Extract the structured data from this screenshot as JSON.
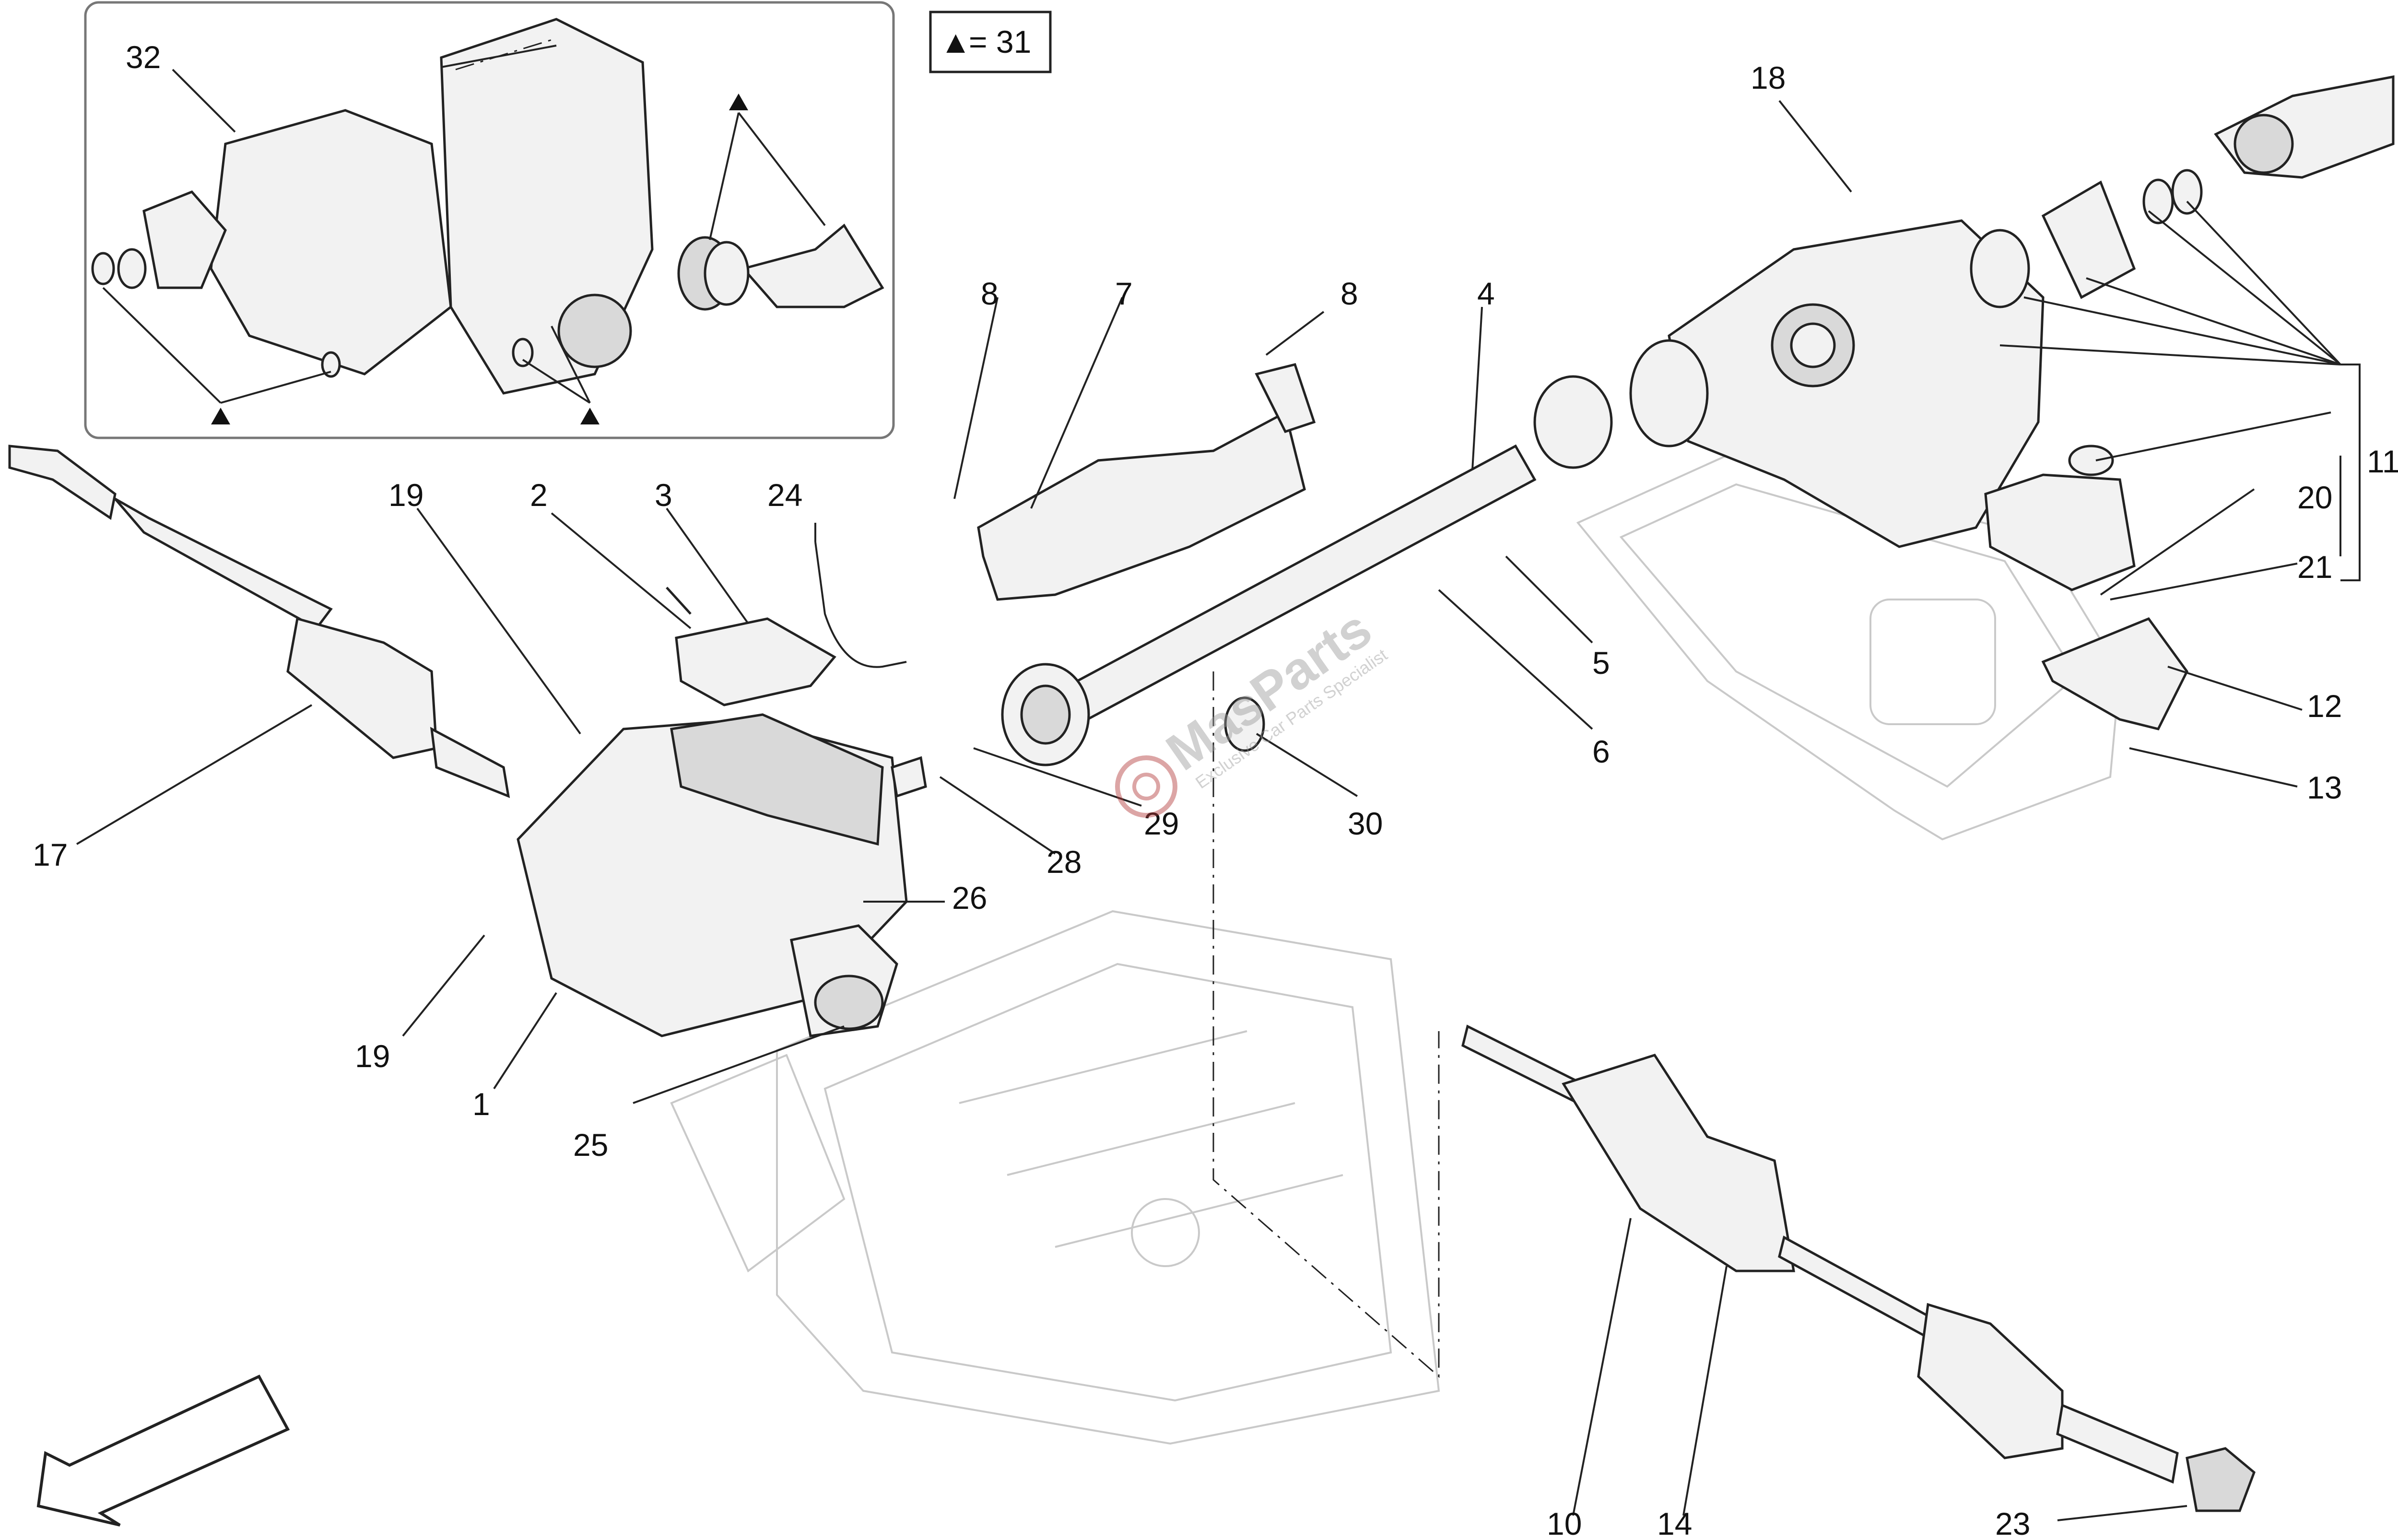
{
  "legend": {
    "symbol": "▲",
    "text": "= 31"
  },
  "watermark": {
    "brand": "MasParts",
    "tagline": "Exclusive Car Parts Specialist"
  },
  "callouts": {
    "c1": "1",
    "c2": "2",
    "c3": "3",
    "c4": "4",
    "c5": "5",
    "c6": "6",
    "c7": "7",
    "c8a": "8",
    "c8b": "8",
    "c10": "10",
    "c11": "11",
    "c12": "12",
    "c13": "13",
    "c14": "14",
    "c17": "17",
    "c18": "18",
    "c19a": "19",
    "c19b": "19",
    "c20": "20",
    "c21": "21",
    "c23": "23",
    "c24": "24",
    "c25": "25",
    "c26": "26",
    "c28": "28",
    "c29": "29",
    "c30": "30",
    "c32": "32"
  },
  "colors": {
    "line": "#222222",
    "ghost": "#c9c9c9",
    "fill": "#f2f2f2",
    "watermark": "#b33a3a"
  },
  "icons": [
    "triangle-marker-icon",
    "direction-arrow-icon"
  ]
}
